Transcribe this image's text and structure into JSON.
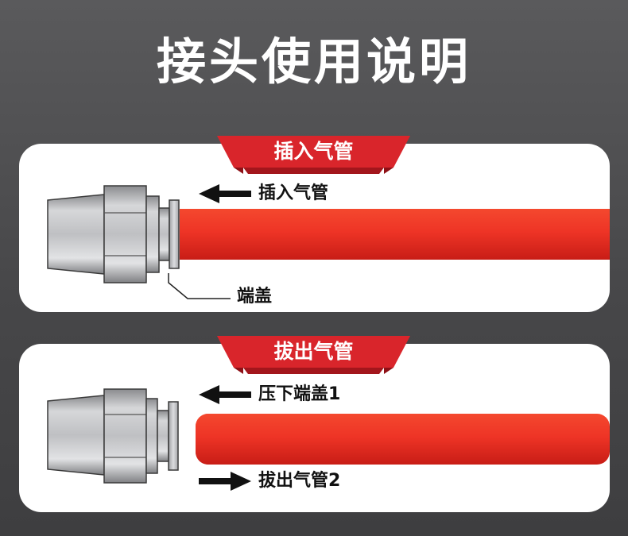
{
  "page": {
    "title": "接头使用说明"
  },
  "panel_insert": {
    "banner": "插入气管",
    "arrow_label": "插入气管",
    "callout_label": "端盖"
  },
  "panel_pull": {
    "banner": "拔出气管",
    "step1_label": "压下端盖1",
    "step2_label": "拔出气管2"
  },
  "colors": {
    "background": "#4a4a4c",
    "banner_red": "#d9252b",
    "banner_dark": "#8e1016",
    "tube_red": "#ee3426",
    "metal": "#b8b9bc",
    "panel": "#ffffff"
  },
  "icons": {
    "arrow_left": "arrow-left-icon",
    "arrow_right": "arrow-right-icon",
    "fitting": "push-fitting-icon"
  }
}
